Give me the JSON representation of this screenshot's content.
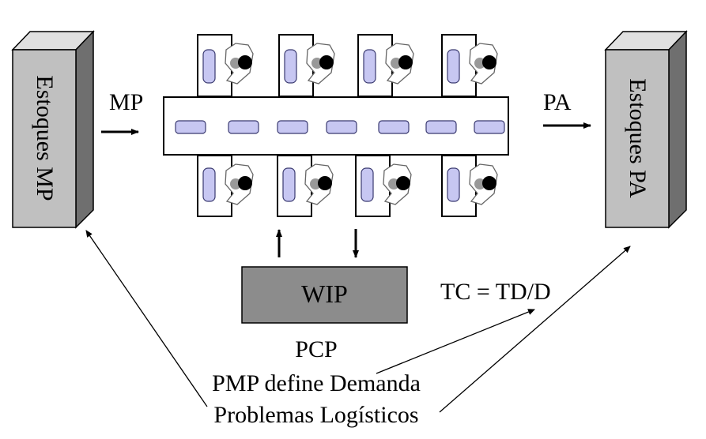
{
  "inventory": {
    "raw_material_label": "Estoques MP",
    "finished_goods_label": "Estoques PA"
  },
  "flows": {
    "input_label": "MP",
    "output_label": "PA"
  },
  "wip": {
    "label": "WIP"
  },
  "formula": "TC = TD/D",
  "notes": {
    "line1": "PCP",
    "line2": "PMP define Demanda",
    "line3": "Problemas Logísticos"
  },
  "colors": {
    "box_gray": "#c0c0c0",
    "box_side": "#6f6f6f",
    "box_top": "#e0e0e0",
    "wip_fill": "#8c8c8c",
    "part_fill": "#c7c7f2",
    "part_stroke": "#3a3a70",
    "operator_head": "#000000"
  }
}
